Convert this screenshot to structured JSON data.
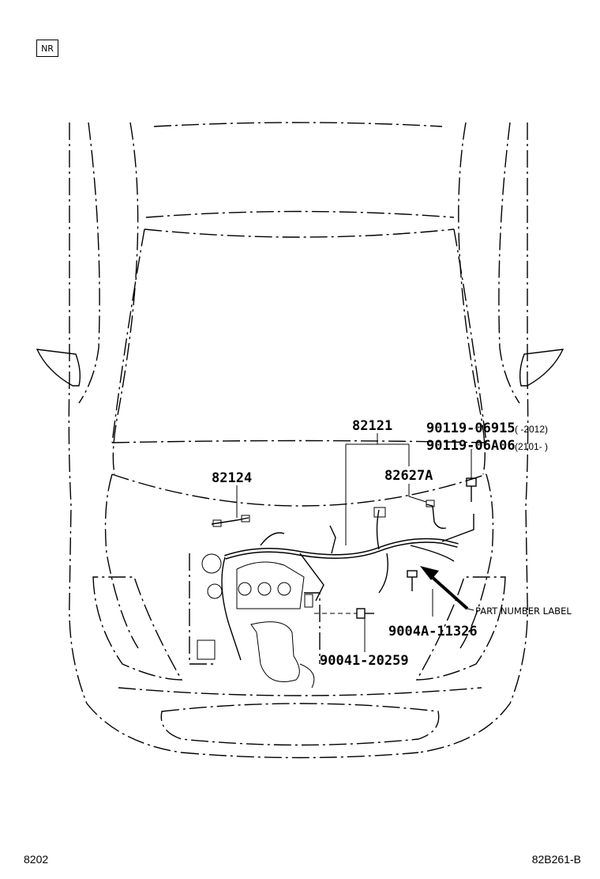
{
  "badge": "NR",
  "footer": {
    "page_code": "8202",
    "figure_code": "82B261-B"
  },
  "callouts": {
    "harness_main": "82121",
    "harness_side": "82124",
    "sub_harness": "82627A",
    "bolt_a": "90119-06915",
    "bolt_a_range": "(    -2012)",
    "bolt_b": "90119-06A06",
    "bolt_b_range": "(2101-    )",
    "label_note": "PART NUMBER LABEL",
    "clip": "9004A-11326",
    "bolt_c": "90041-20259"
  }
}
